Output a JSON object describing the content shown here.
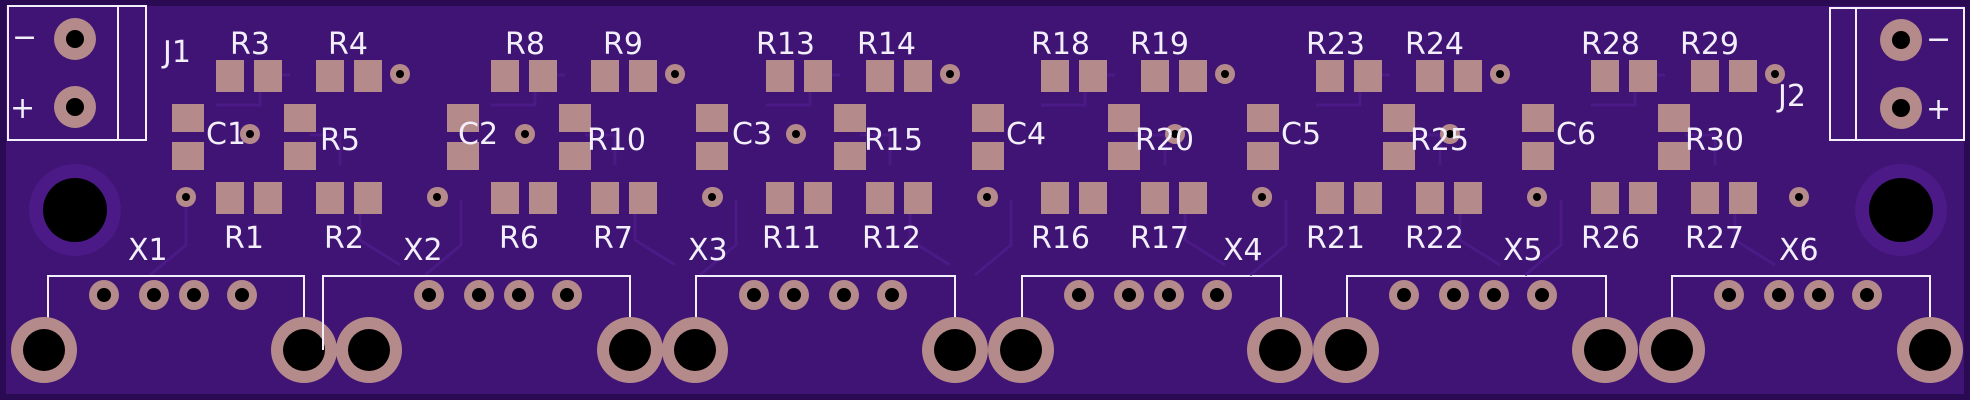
{
  "board": {
    "colors": {
      "outer_bg": "#2a0a52",
      "substrate": "#3f1474",
      "trace": "#4b1a86",
      "pad": "#b58a8a",
      "drill": "#000000",
      "silkscreen": "#f2eefa"
    },
    "connectors": [
      {
        "ref": "J1",
        "minus": "−",
        "plus": "+"
      },
      {
        "ref": "J2",
        "minus": "−",
        "plus": "+"
      }
    ],
    "modules": [
      {
        "r_top_a": "R3",
        "r_top_b": "R4",
        "cap": "C1",
        "r_mid": "R5",
        "r_bot_a": "R1",
        "r_bot_b": "R2",
        "x": "X1"
      },
      {
        "r_top_a": "R8",
        "r_top_b": "R9",
        "cap": "C2",
        "r_mid": "R10",
        "r_bot_a": "R6",
        "r_bot_b": "R7",
        "x": "X2"
      },
      {
        "r_top_a": "R13",
        "r_top_b": "R14",
        "cap": "C3",
        "r_mid": "R15",
        "r_bot_a": "R11",
        "r_bot_b": "R12",
        "x": "X3"
      },
      {
        "r_top_a": "R18",
        "r_top_b": "R19",
        "cap": "C4",
        "r_mid": "R20",
        "r_bot_a": "R16",
        "r_bot_b": "R17",
        "x": "X4"
      },
      {
        "r_top_a": "R23",
        "r_top_b": "R24",
        "cap": "C5",
        "r_mid": "R25",
        "r_bot_a": "R21",
        "r_bot_b": "R22",
        "x": "X5"
      },
      {
        "r_top_a": "R28",
        "r_top_b": "R29",
        "cap": "C6",
        "r_mid": "R30",
        "r_bot_a": "R26",
        "r_bot_b": "R27",
        "x": "X6"
      }
    ]
  }
}
